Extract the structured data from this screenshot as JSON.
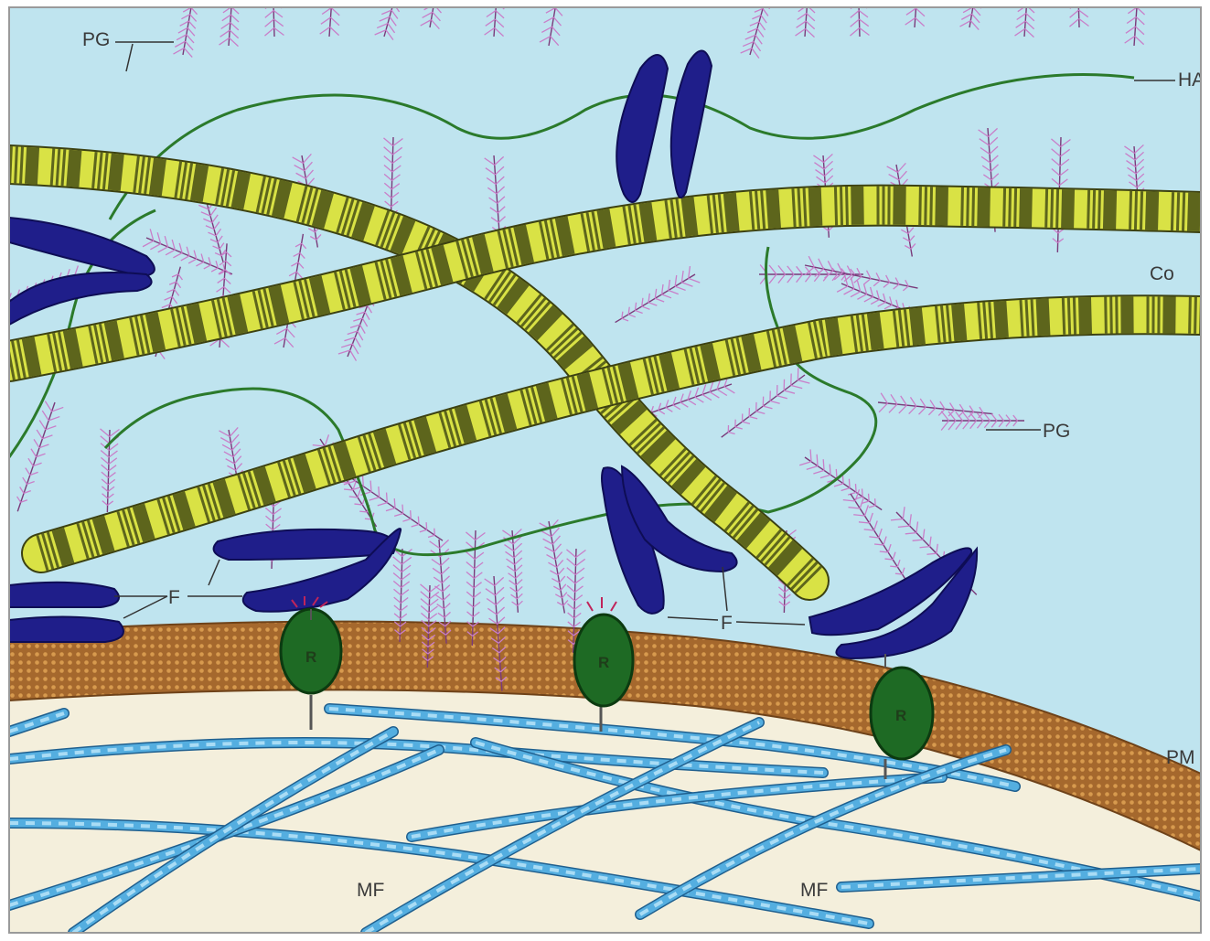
{
  "labels": {
    "pg_top": "PG",
    "ha": "HA",
    "co": "Co",
    "pg_right": "PG",
    "f_left": "F",
    "f_right": "F",
    "receptor": "R",
    "pm": "PM",
    "mf_left": "MF",
    "mf_right": "MF"
  },
  "colors": {
    "extracellular": "#bfe4ef",
    "membrane": "#a5682d",
    "cytoplasm": "#f4efdc",
    "collagen_light": "#d9e245",
    "collagen_band": "#5d651c",
    "hyaluronan": "#2b7a2b",
    "proteoglycan": "#c97fc9",
    "fibronectin": "#1f1e8a",
    "receptor": "#1e6a24",
    "microfilament": "#54aee0"
  }
}
